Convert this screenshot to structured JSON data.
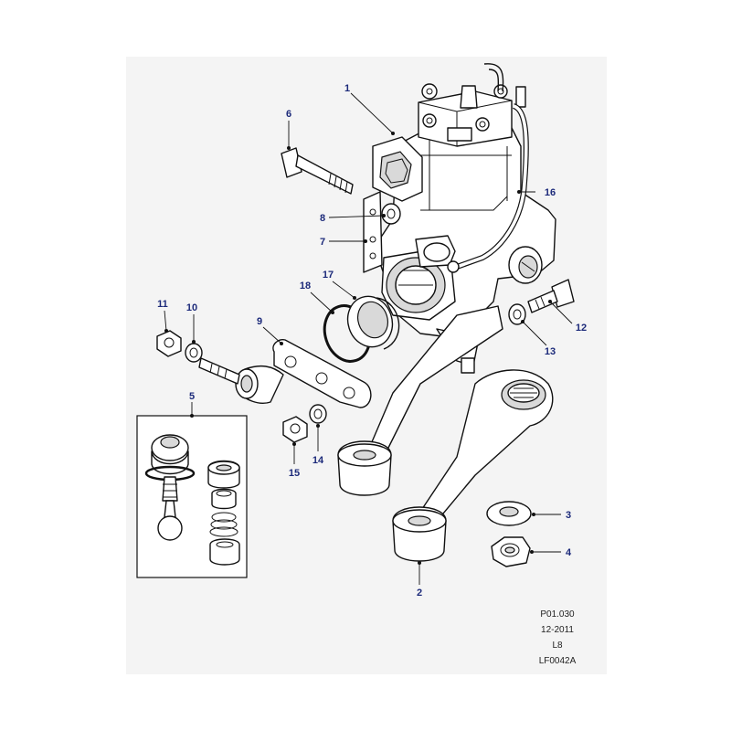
{
  "callouts": {
    "c1": "1",
    "c2": "2",
    "c3": "3",
    "c4": "4",
    "c5": "5",
    "c6": "6",
    "c7": "7",
    "c8": "8",
    "c9": "9",
    "c10": "10",
    "c11": "11",
    "c12": "12",
    "c13": "13",
    "c14": "14",
    "c15": "15",
    "c16": "16",
    "c17": "17",
    "c18": "18"
  },
  "references": {
    "page": "P01.030",
    "date": "12-2011",
    "model": "L8",
    "illustration": "LF0042A"
  },
  "colors": {
    "callout_text": "#1c2a7a",
    "panel_background": "#f4f4f4",
    "line_art": "#111111"
  }
}
